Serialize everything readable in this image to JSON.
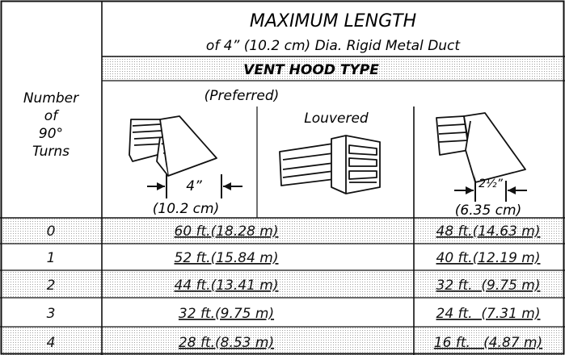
{
  "table": {
    "title": "MAXIMUM LENGTH",
    "subtitle": "of 4” (10.2 cm) Dia. Rigid Metal Duct",
    "vent_hood_type": "VENT HOOD TYPE",
    "preferred": "(Preferred)",
    "left_header_lines": [
      "Number",
      "of",
      "90°",
      "Turns"
    ],
    "hoods": [
      {
        "name": "",
        "icon": "vent-hood-box-icon",
        "dimension": "4”",
        "metric": "(10.2 cm)"
      },
      {
        "name": "Louvered",
        "icon": "louvered-vent-icon",
        "dimension": "",
        "metric": ""
      },
      {
        "name": "",
        "icon": "vent-hood-angled-icon",
        "dimension": "2½”",
        "metric": "(6.35 cm)"
      }
    ],
    "rows": [
      {
        "turns": "0",
        "preferred": "60 ft.(18.28 m)",
        "third": "48 ft.(14.63 m)"
      },
      {
        "turns": "1",
        "preferred": "52 ft.(15.84 m)",
        "third": "40 ft.(12.19 m)"
      },
      {
        "turns": "2",
        "preferred": "44 ft.(13.41 m)",
        "third": "32 ft.  (9.75 m)"
      },
      {
        "turns": "3",
        "preferred": "32 ft.(9.75 m)",
        "third": "24 ft.  (7.31 m)"
      },
      {
        "turns": "4",
        "preferred": "28 ft.(8.53 m)",
        "third": "16 ft.   (4.87 m)"
      }
    ]
  }
}
